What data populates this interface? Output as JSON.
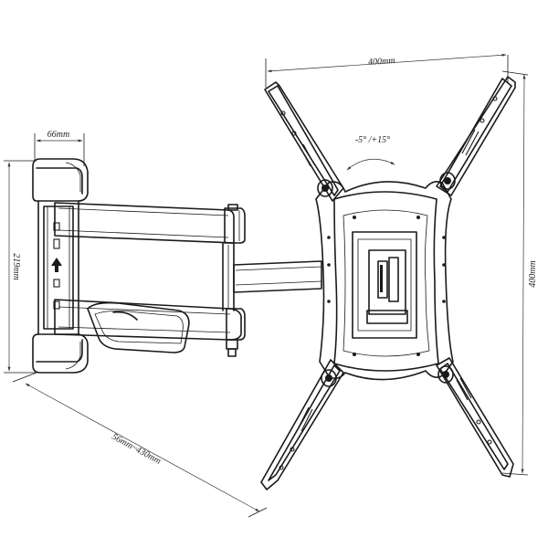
{
  "dimensions": {
    "top_width": "400mm",
    "right_height": "400mm",
    "left_height": "219mm",
    "plate_width": "66mm",
    "extension": "56mm~430mm",
    "tilt": "-5° /+15°"
  }
}
